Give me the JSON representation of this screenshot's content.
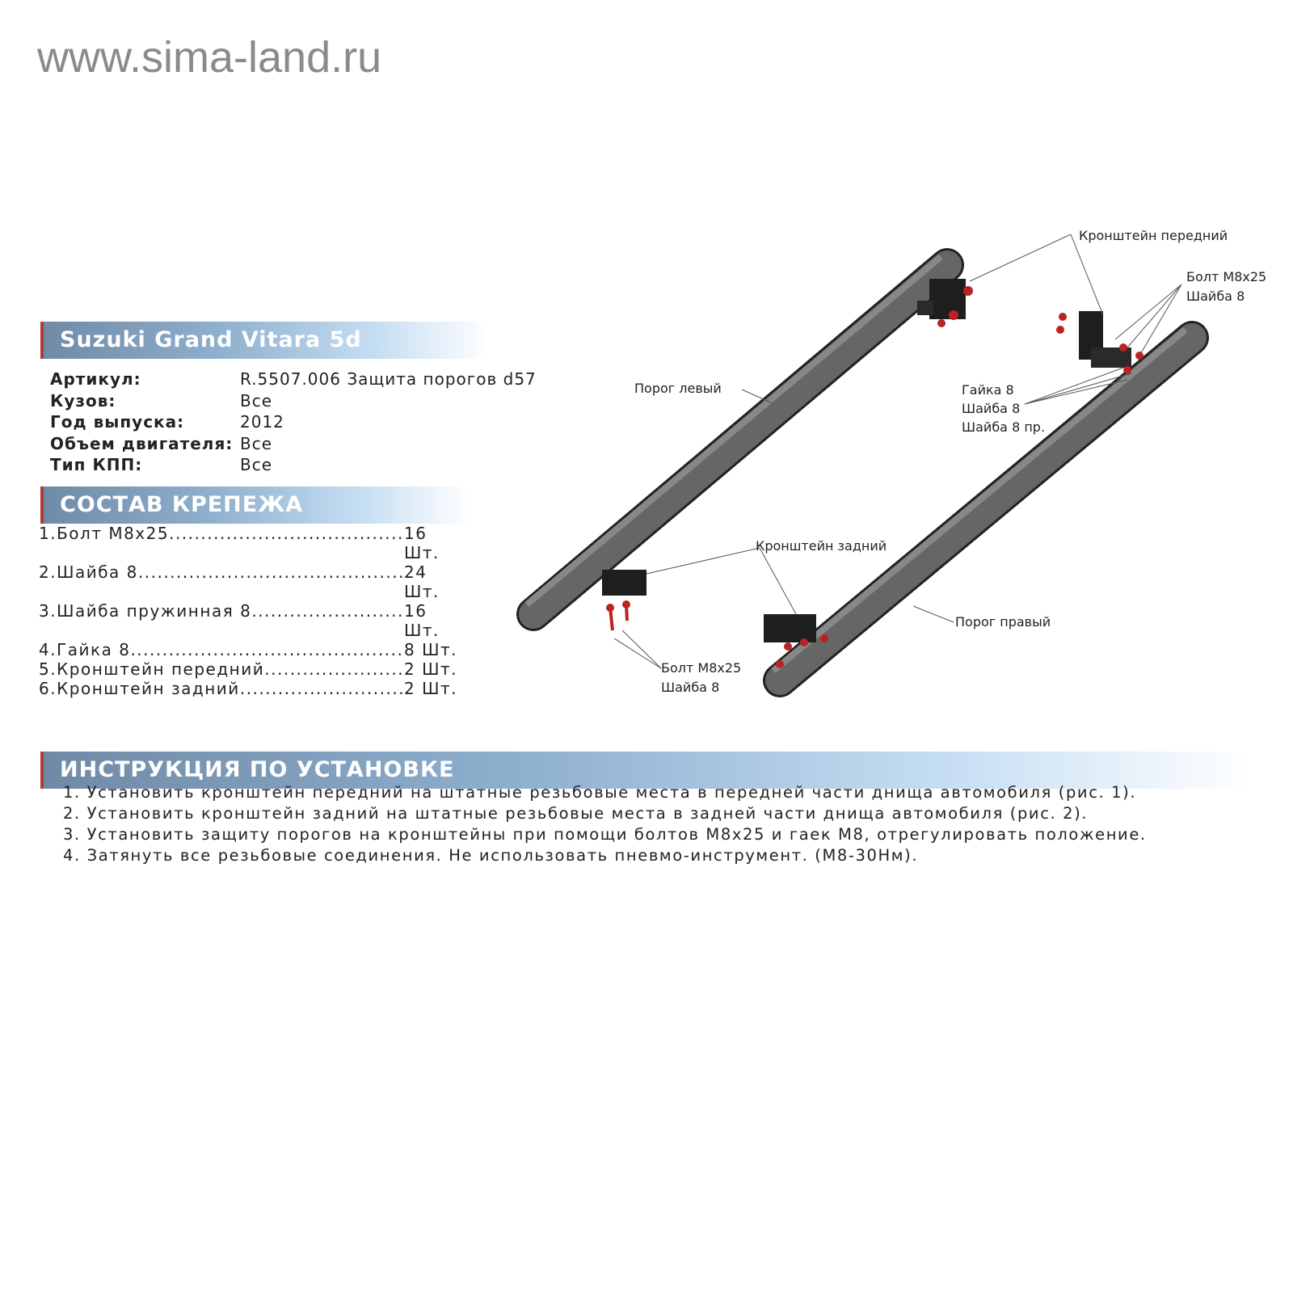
{
  "watermark": "www.sima-land.ru",
  "title": "Suzuki Grand Vitara 5d",
  "specs": [
    {
      "label": "Артикул:",
      "value": "R.5507.006 Защита порогов d57"
    },
    {
      "label": "Кузов:",
      "value": "Все"
    },
    {
      "label": "Год выпуска:",
      "value": "2012"
    },
    {
      "label": "Объем двигателя:",
      "value": "Все"
    },
    {
      "label": "Тип КПП:",
      "value": "Все"
    }
  ],
  "fasteners_title": "СОСТАВ КРЕПЕЖА",
  "fasteners": [
    {
      "name": "1.Болт М8х25.......................................",
      "qty": "16 Шт."
    },
    {
      "name": "2.Шайба 8...........................................",
      "qty": "24 Шт."
    },
    {
      "name": "3.Шайба пружинная 8.........................",
      "qty": "16 Шт."
    },
    {
      "name": "4.Гайка 8.............................................",
      "qty": "8  Шт."
    },
    {
      "name": "5.Кронштейн передний.........................",
      "qty": "2  Шт."
    },
    {
      "name": "6.Кронштейн задний..............................",
      "qty": "2  Шт."
    }
  ],
  "diagram": {
    "front_bracket": "Кронштейн передний",
    "bolt_top": "Болт М8х25",
    "washer_top": "Шайба 8",
    "left_sill": "Порог левый",
    "nut": "Гайка 8",
    "washer_mid": "Шайба 8",
    "spring_washer": "Шайба 8 пр.",
    "rear_bracket": "Кронштейн задний",
    "right_sill": "Порог правый",
    "bolt_bottom": "Болт М8х25",
    "washer_bottom": "Шайба 8"
  },
  "instructions_title": "ИНСТРУКЦИЯ ПО УСТАНОВКЕ",
  "instructions": [
    "1. Установить кронштейн передний на штатные резьбовые места в передней части днища автомобиля (рис. 1).",
    "2. Установить кронштейн задний на штатные резьбовые места в задней части днища автомобиля (рис. 2).",
    "3. Установить защиту порогов на кронштейны при помощи болтов М8х25 и гаек М8, отрегулировать положение.",
    "4. Затянуть все резьбовые соединения. Не использовать пневмо-инструмент. (М8-30Нм)."
  ]
}
